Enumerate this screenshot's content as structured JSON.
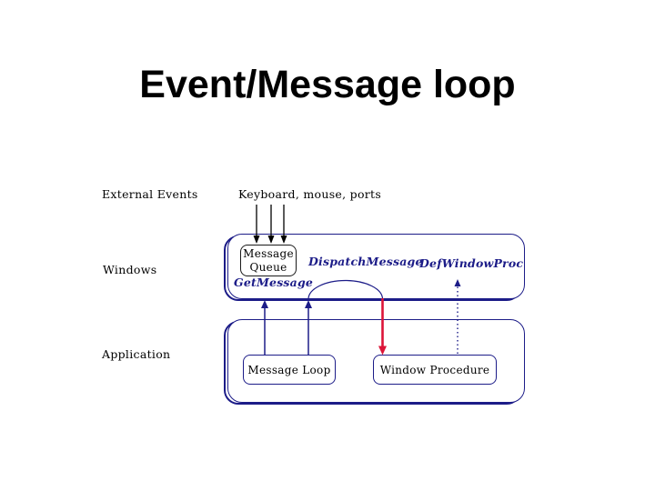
{
  "slide": {
    "title": "Event/Message loop"
  },
  "labels": {
    "external_events": "External Events",
    "keyboard_mouse_ports": "Keyboard, mouse, ports",
    "windows": "Windows",
    "application": "Application"
  },
  "nodes": {
    "message_queue": "Message Queue",
    "message_loop": "Message Loop",
    "window_procedure": "Window Procedure"
  },
  "functions": {
    "get_message": "GetMessage",
    "dispatch_message": "DispatchMessage",
    "def_window_proc": "DefWindowProc"
  },
  "connections": [
    {
      "from": "Keyboard, mouse, ports",
      "to": "Message Queue",
      "style": "three black arrows down"
    },
    {
      "from": "Message Loop",
      "to": "Windows zone",
      "label": "GetMessage",
      "style": "solid blue arrow up"
    },
    {
      "from": "Message Loop",
      "to": "Window Procedure",
      "label": "DispatchMessage",
      "style": "blue arrow up, arc across, red arrow down"
    },
    {
      "from": "Window Procedure",
      "to": "DefWindowProc",
      "style": "dotted blue arrow up"
    }
  ],
  "colors": {
    "navy": "#1c1c88",
    "red": "#dc1438",
    "ink": "#000000"
  }
}
